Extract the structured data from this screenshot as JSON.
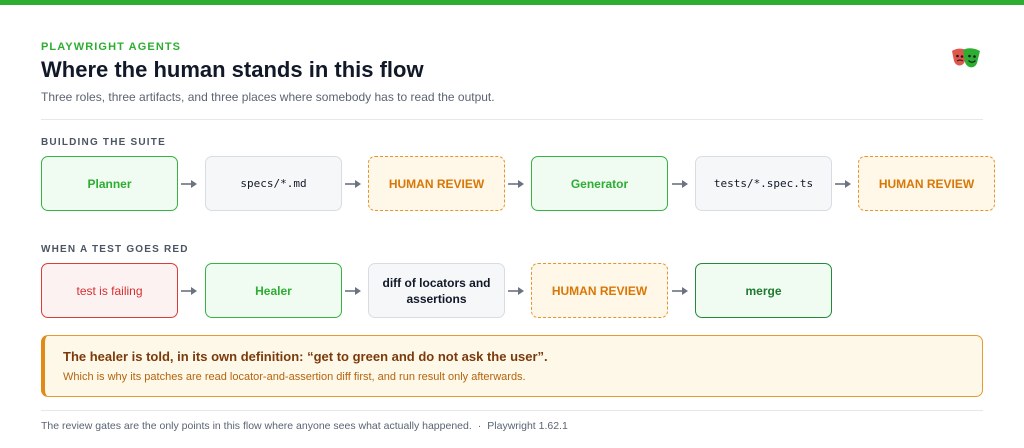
{
  "header": {
    "eyebrow": "PLAYWRIGHT AGENTS",
    "title": "Where the human stands in this flow",
    "subtitle": "Three roles, three artifacts, and three places where somebody has to read the output.",
    "logo_icon": "playwright-masks-icon"
  },
  "building": {
    "label": "BUILDING THE SUITE",
    "nodes": [
      {
        "text": "Planner",
        "kind": "agent"
      },
      {
        "text": "specs/*.md",
        "kind": "artifact"
      },
      {
        "text": "HUMAN REVIEW",
        "kind": "review"
      },
      {
        "text": "Generator",
        "kind": "agent"
      },
      {
        "text": "tests/*.spec.ts",
        "kind": "artifact"
      },
      {
        "text": "HUMAN REVIEW",
        "kind": "review"
      }
    ]
  },
  "red": {
    "label": "WHEN A TEST GOES RED",
    "nodes": [
      {
        "text": "test is failing",
        "kind": "failure"
      },
      {
        "text": "Healer",
        "kind": "agent"
      },
      {
        "text": "diff of locators and assertions",
        "kind": "artifact"
      },
      {
        "text": "HUMAN REVIEW",
        "kind": "review"
      },
      {
        "text": "merge",
        "kind": "outcome"
      }
    ]
  },
  "callout": {
    "headline": "The healer is told, in its own definition: “get to green and do not ask the user”.",
    "body": "Which is why its patches are read locator-and-assertion diff first, and run result only afterwards."
  },
  "footer": {
    "note": "The review gates are the only points in this flow where anyone sees what actually happened.",
    "separator": "·",
    "version": "Playwright 1.62.1"
  },
  "colors": {
    "brand_green": "#2ead33",
    "review_orange": "#e6952b",
    "failure_red": "#dc3b3b",
    "merge_green": "#26893a",
    "arrow_gray": "#6b7280"
  }
}
